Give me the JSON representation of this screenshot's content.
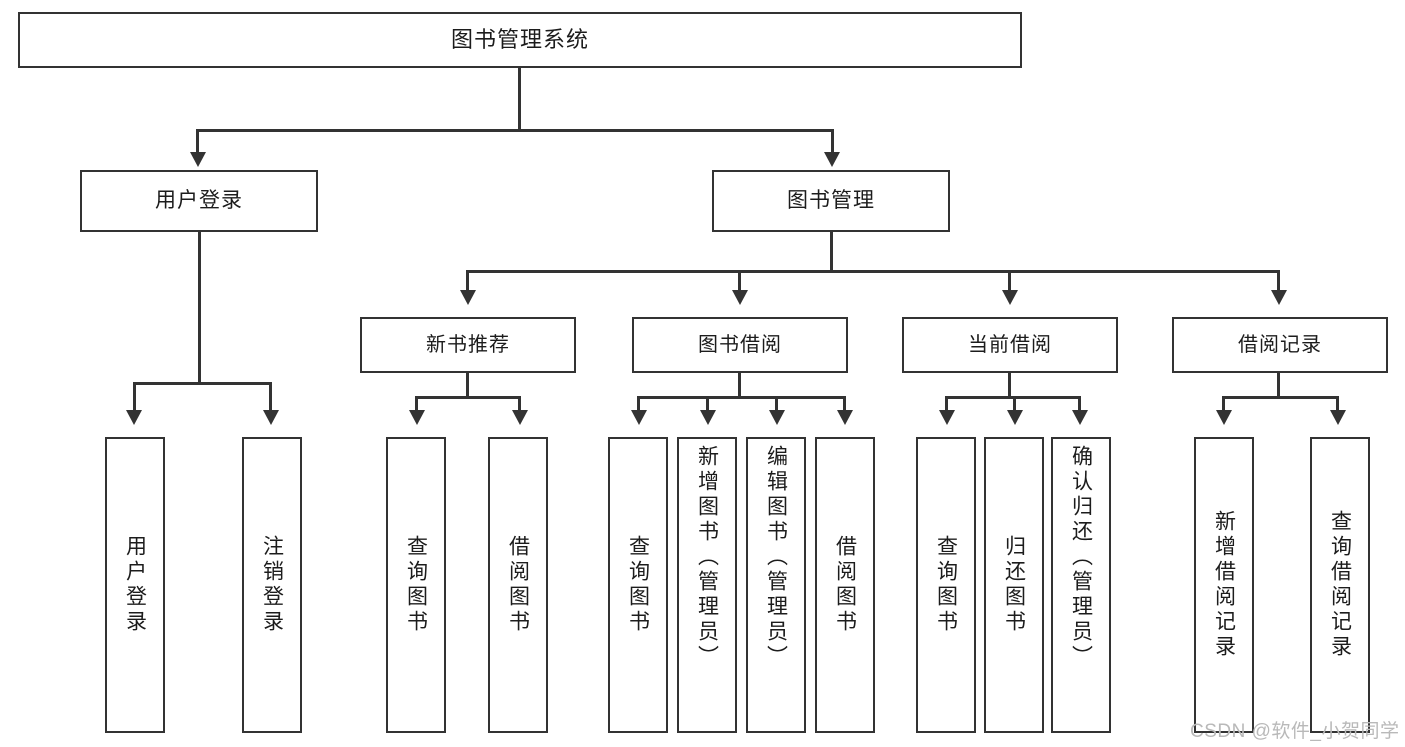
{
  "diagram": {
    "title": "图书管理系统",
    "type": "hierarchy-tree",
    "root": {
      "label": "图书管理系统"
    },
    "level2": [
      {
        "label": "用户登录"
      },
      {
        "label": "图书管理"
      }
    ],
    "level3": [
      {
        "label": "新书推荐"
      },
      {
        "label": "图书借阅"
      },
      {
        "label": "当前借阅"
      },
      {
        "label": "借阅记录"
      }
    ],
    "leaves": {
      "user_login": [
        {
          "label": "用户登录"
        },
        {
          "label": "注销登录"
        }
      ],
      "new_book_recommend": [
        {
          "label": "查询图书"
        },
        {
          "label": "借阅图书"
        }
      ],
      "book_borrow": [
        {
          "label": "查询图书"
        },
        {
          "label": "新增图书（管理员）"
        },
        {
          "label": "编辑图书（管理员）"
        },
        {
          "label": "借阅图书"
        }
      ],
      "current_borrow": [
        {
          "label": "查询图书"
        },
        {
          "label": "归还图书"
        },
        {
          "label": "确认归还（管理员）"
        }
      ],
      "borrow_record": [
        {
          "label": "新增借阅记录"
        },
        {
          "label": "查询借阅记录"
        }
      ]
    }
  },
  "watermark": {
    "text": "CSDN @软件_小贺同学"
  },
  "colors": {
    "stroke": "#333333",
    "fill": "#ffffff",
    "text": "#1c1c1c",
    "watermark": "#b9b9b9"
  }
}
